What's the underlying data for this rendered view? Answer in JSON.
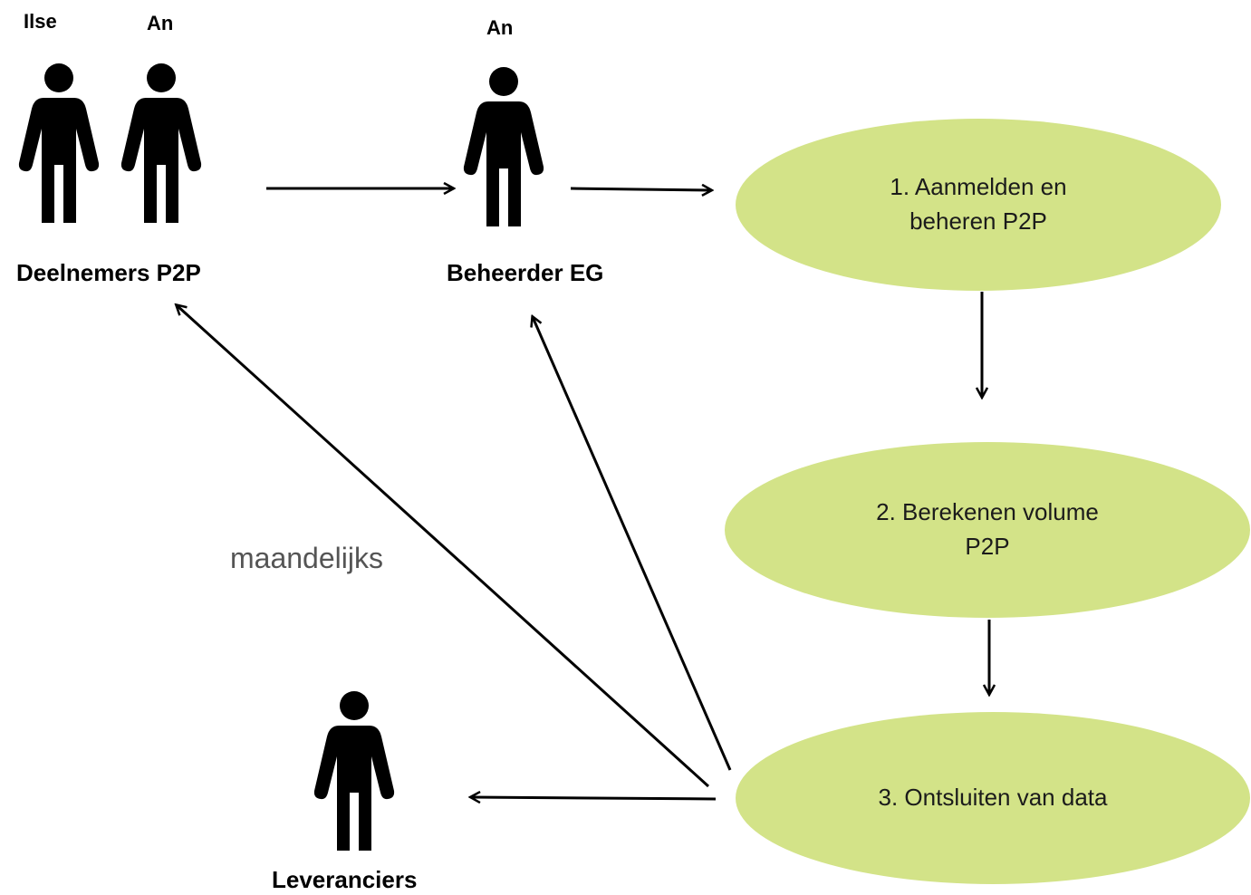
{
  "actors": {
    "participant_1_name": "Ilse",
    "participant_2_name": "An",
    "participants_label": "Deelnemers P2P",
    "manager_name": "An",
    "manager_label": "Beheerder EG",
    "suppliers_label": "Leveranciers"
  },
  "steps": [
    {
      "label": "1. Aanmelden en\nbeheren P2P"
    },
    {
      "label": "2. Berekenen volume\nP2P"
    },
    {
      "label": "3. Ontsluiten van data"
    }
  ],
  "annotation": {
    "frequency": "maandelijks"
  },
  "colors": {
    "step_fill": "#d3e388",
    "person": "#000000",
    "arrow": "#000000"
  },
  "icons": [
    "person-icon",
    "arrow-right",
    "arrow-down",
    "arrow-diagonal"
  ]
}
